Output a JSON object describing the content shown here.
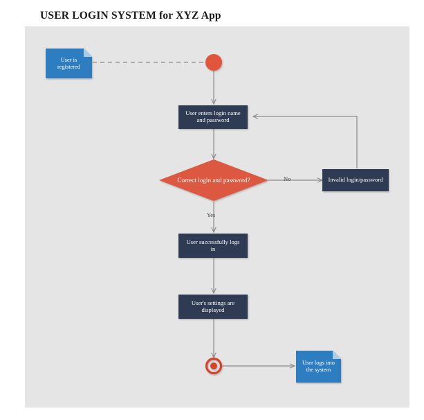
{
  "page": {
    "title": "USER LOGIN SYSTEM for XYZ App",
    "background_color": "#ffffff",
    "canvas_color": "#e5e5e5"
  },
  "palette": {
    "note_blue": "#2e7dc0",
    "note_fold": "#a8cdea",
    "process_navy": "#2e3a53",
    "decision_red": "#dc5840",
    "start_red": "#e0543a",
    "end_ring_red": "#d2452c",
    "connector_gray": "#8a8a8a",
    "text_white": "#ffffff",
    "text_dark": "#3c3c3c"
  },
  "diagram": {
    "type": "flowchart",
    "nodes": [
      {
        "id": "note-user-registered",
        "shape": "note",
        "label": "User is\nregistered",
        "line1": "User is",
        "line2": "registered",
        "color": "#2e7dc0"
      },
      {
        "id": "start",
        "shape": "start-circle",
        "label": "",
        "color": "#e0543a"
      },
      {
        "id": "enter-credentials",
        "shape": "process",
        "label": "User enters login name\nand password",
        "line1": "User enters login name",
        "line2": "and password",
        "color": "#2e3a53"
      },
      {
        "id": "decision-correct",
        "shape": "decision",
        "label": "Correct login and password?",
        "color": "#dc5840"
      },
      {
        "id": "invalid-credentials",
        "shape": "process",
        "label": "Invalid login/password",
        "color": "#2e3a53"
      },
      {
        "id": "login-success",
        "shape": "process",
        "label": "User successfully logs\nin",
        "line1": "User successfully logs",
        "line2": "in",
        "color": "#2e3a53"
      },
      {
        "id": "settings-displayed",
        "shape": "process",
        "label": "User's settings are\ndisplayed",
        "line1": "User's settings are",
        "line2": "displayed",
        "color": "#2e3a53"
      },
      {
        "id": "end",
        "shape": "end-circle",
        "label": "",
        "color": "#d2452c"
      },
      {
        "id": "note-user-logs-in",
        "shape": "note",
        "label": "User logs into\nthe system",
        "line1": "User logs into",
        "line2": "the system",
        "color": "#2e7dc0"
      }
    ],
    "edges": [
      {
        "id": "note-to-start",
        "from": "note-user-registered",
        "to": "start",
        "style": "dashed",
        "label": ""
      },
      {
        "id": "start-to-enter",
        "from": "start",
        "to": "enter-credentials",
        "style": "solid",
        "label": ""
      },
      {
        "id": "enter-to-decision",
        "from": "enter-credentials",
        "to": "decision-correct",
        "style": "solid",
        "label": ""
      },
      {
        "id": "decision-no",
        "from": "decision-correct",
        "to": "invalid-credentials",
        "style": "solid",
        "label": "No"
      },
      {
        "id": "invalid-back-to-enter",
        "from": "invalid-credentials",
        "to": "enter-credentials",
        "style": "solid",
        "label": ""
      },
      {
        "id": "decision-yes",
        "from": "decision-correct",
        "to": "login-success",
        "style": "solid",
        "label": "Yes"
      },
      {
        "id": "success-to-settings",
        "from": "login-success",
        "to": "settings-displayed",
        "style": "solid",
        "label": ""
      },
      {
        "id": "settings-to-end",
        "from": "settings-displayed",
        "to": "end",
        "style": "solid",
        "label": ""
      },
      {
        "id": "end-to-note",
        "from": "end",
        "to": "note-user-logs-in",
        "style": "solid",
        "label": ""
      }
    ]
  }
}
